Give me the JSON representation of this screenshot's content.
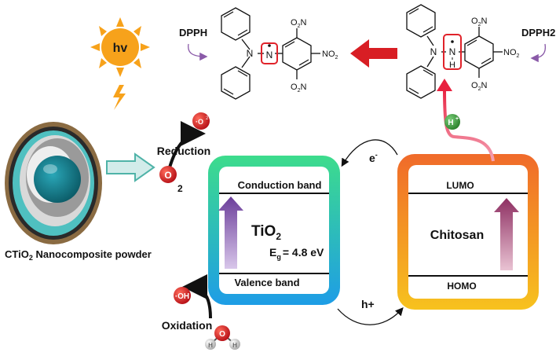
{
  "labels": {
    "sun": "hv",
    "powder_caption_pre": "CTiO",
    "powder_caption_sub": "2",
    "powder_caption_post": " Nanocomposite powder",
    "reduction": "Reduction",
    "oxidation": "Oxidation",
    "superoxide": "·O",
    "superoxide_sup": "2−",
    "oxygen": "O",
    "oxygen_sub": "2",
    "hydroxyl": "·OH",
    "water_o": "O",
    "water_h": "H",
    "proton": "H",
    "proton_sup": "+",
    "electron": "e",
    "electron_sup": "-",
    "hole": "h+"
  },
  "tio2_box": {
    "conduction_band": "Conduction band",
    "valence_band": "Valence band",
    "name": "TiO",
    "name_sub": "2",
    "eg_label": "E",
    "eg_sub": "g",
    "eg_value": "= 4.8 eV"
  },
  "chitosan_box": {
    "lumo": "LUMO",
    "homo": "HOMO",
    "name": "Chitosan"
  },
  "molecules": {
    "dpph_label": "DPPH",
    "dpph2_label": "DPPH2",
    "radical_atom": "N",
    "amine_atom": "N",
    "amine_h": "H",
    "no2_a": "O",
    "no2_sub": "2",
    "no2_n": "N",
    "no2_right_pre": "NO",
    "no2_right_sub": "2"
  },
  "colors": {
    "sun": "#f7a21b",
    "red_circle": "#e0222a",
    "green_proton": "#3c9a3c",
    "purple_arrow": "#7b4fa0",
    "maroon_arrow": "#9a3a6a",
    "red_arrow": "#d81e24",
    "teal_arrow": "#4fb3a8",
    "tio2_gradient_top": "#3ddc8c",
    "tio2_gradient_bottom": "#1e9de6",
    "chitosan_gradient_top": "#f06a2a",
    "chitosan_gradient_bottom": "#f7b81e"
  }
}
